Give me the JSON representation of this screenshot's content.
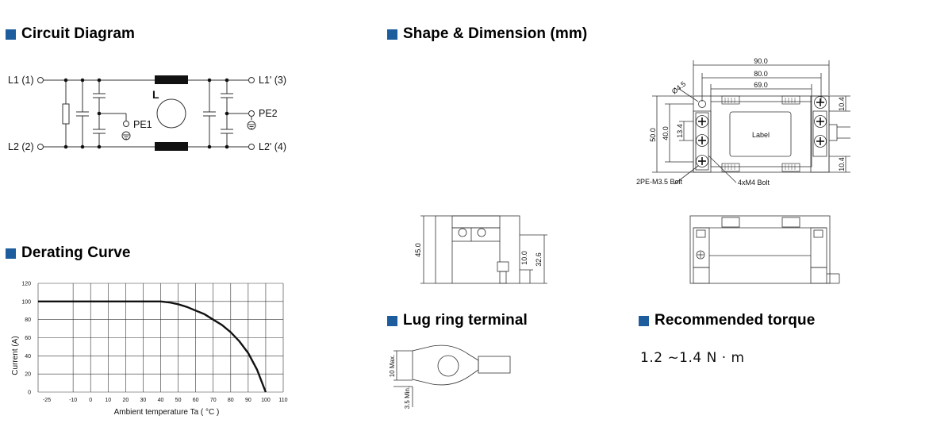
{
  "sections": {
    "circuit": "Circuit Diagram",
    "shape": "Shape & Dimension (mm)",
    "derating": "Derating Curve",
    "lug": "Lug ring terminal",
    "torque": "Recommended torque"
  },
  "circuit": {
    "l1": "L1 (1)",
    "l2": "L2 (2)",
    "l1p": "L1' (3)",
    "l2p": "L2' (4)",
    "pe1": "PE1",
    "pe2": "PE2",
    "inductor": "L"
  },
  "dimensions": {
    "w90": "90.0",
    "w80": "80.0",
    "w69": "69.0",
    "hole": "Ø4.5",
    "h50": "50.0",
    "h40": "40.0",
    "h13": "13.4",
    "r10a": "10.4",
    "r10b": "10.4",
    "label": "Label",
    "bolt_pe": "2PE-M3.5 Bolt",
    "bolt_4": "4xM4 Bolt",
    "h45": "45.0",
    "h10": "10.0",
    "h32": "32.6"
  },
  "lug": {
    "max": "10 Max.",
    "min": "3.5 Min."
  },
  "torque": {
    "value": "1.2 ~1.4 N · m"
  },
  "chart_data": {
    "type": "line",
    "title": "",
    "xlabel": "Ambient temperature Ta ( °C )",
    "ylabel": "Current (A)",
    "xlim": [
      -30,
      110
    ],
    "ylim": [
      0,
      120
    ],
    "x_ticks": [
      -25,
      -10,
      0,
      10,
      20,
      30,
      40,
      50,
      60,
      70,
      80,
      90,
      100,
      110
    ],
    "y_ticks": [
      0,
      20,
      40,
      60,
      80,
      100,
      120
    ],
    "grid": true,
    "series": [
      {
        "x": [
          -30,
          40,
          45,
          50,
          55,
          60,
          65,
          70,
          75,
          80,
          85,
          90,
          95,
          100
        ],
        "y": [
          100,
          100,
          99,
          97,
          94,
          90,
          86,
          80,
          74,
          66,
          56,
          43,
          25,
          0
        ]
      }
    ]
  }
}
